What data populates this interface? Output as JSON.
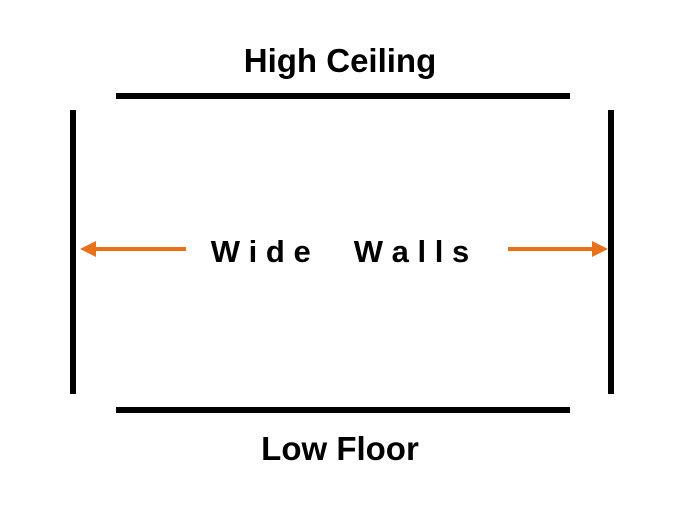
{
  "labels": {
    "top": "High Ceiling",
    "center_word_1": "W i d e",
    "center_word_2": "W a l l s",
    "bottom": "Low Floor"
  },
  "colors": {
    "lines": "#000000",
    "arrows": "#E8711A",
    "text": "#000000"
  },
  "icons": {
    "left_arrow": "arrow-left-icon",
    "right_arrow": "arrow-right-icon"
  }
}
